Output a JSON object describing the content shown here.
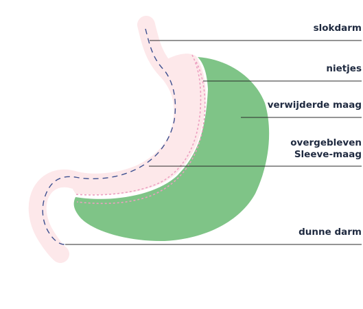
{
  "labels": {
    "slokdarm": "slokdarm",
    "nietjes": "nietjes",
    "verwijderde_maag": "verwijderde maag",
    "overgebleven_line1": "overgebleven",
    "overgebleven_line2": "Sleeve-maag",
    "dunne_darm": "dunne darm"
  },
  "colors": {
    "removed_stomach": "#7fc487",
    "sleeve_stomach": "#fde8ea",
    "staples": "#ec9fc0",
    "dashes": "#3c4f8f",
    "leader_lines": "#2a2a2a",
    "label_text": "#1f2a40"
  }
}
